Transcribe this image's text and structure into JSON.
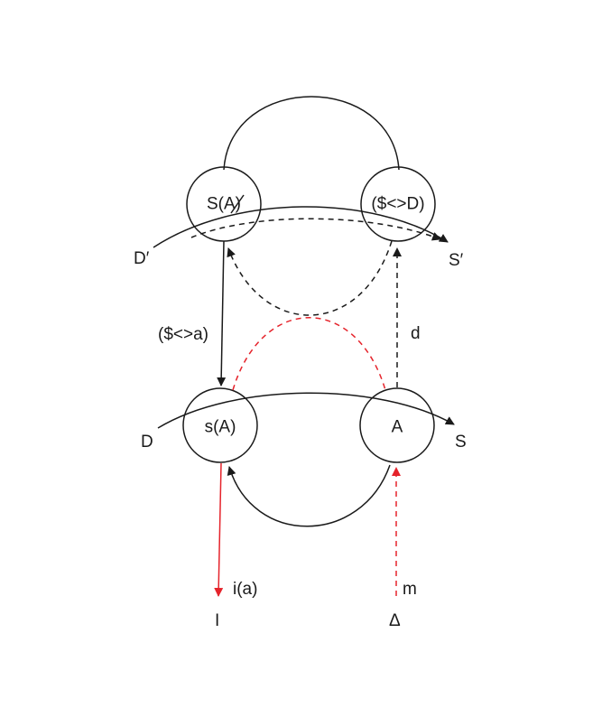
{
  "nodes": {
    "S_barred_A": "S(A)",
    "S_lozenge_D": "($<>D)",
    "s_A": "s(A)",
    "A": "A"
  },
  "labels": {
    "D_prime": "D′",
    "S_prime": "S′",
    "D": "D",
    "S": "S",
    "lozenge_a": "($<>a)",
    "d": "d",
    "i_a": "i(a)",
    "m": "m",
    "I": "I",
    "Delta": "Δ"
  },
  "colors": {
    "line": "#1a1a1a",
    "imaginary": "#e5232b"
  }
}
